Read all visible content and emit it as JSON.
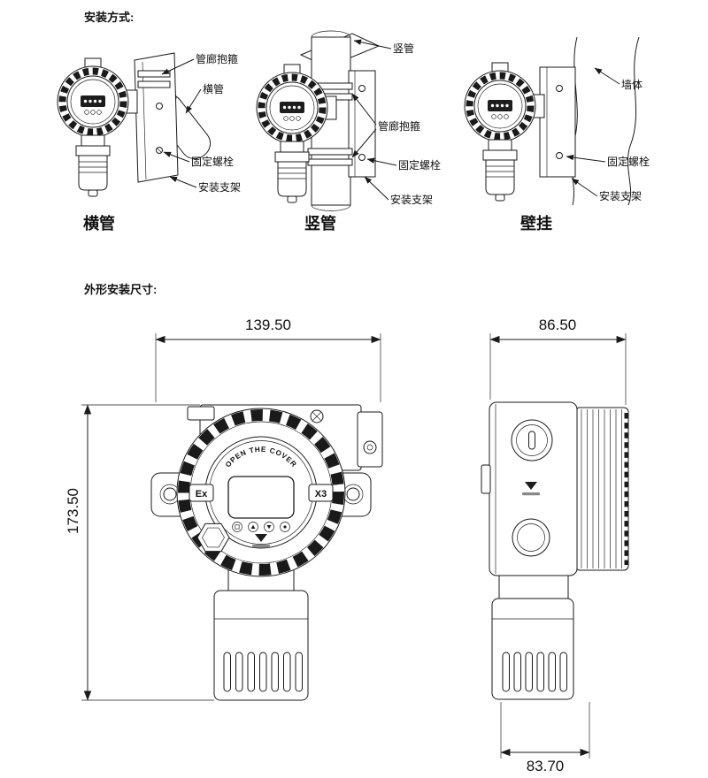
{
  "colors": {
    "background": "#ffffff",
    "line": "#1a1a1a"
  },
  "installation": {
    "title": "安装方式:",
    "methods": [
      {
        "caption": "横管",
        "labels": {
          "clamp": "管廊抱箍",
          "pipe": "横管",
          "bolt": "固定螺栓",
          "bracket": "安装支架"
        }
      },
      {
        "caption": "竖管",
        "labels": {
          "pipe": "竖管",
          "clamp": "管廊抱箍",
          "bolt": "固定螺栓",
          "bracket": "安装支架"
        }
      },
      {
        "caption": "壁挂",
        "labels": {
          "wall": "墙体",
          "bolt": "固定螺栓",
          "bracket": "安装支架"
        }
      }
    ]
  },
  "dimensions_section": {
    "title": "外形安装尺寸:",
    "front_view": {
      "width": "139.50",
      "height": "173.50"
    },
    "side_view": {
      "width": "86.50",
      "depth": "83.70"
    }
  },
  "device_markings": {
    "cover_text": "OPEN THE COVER",
    "ex": "Ex",
    "x3": "X3"
  }
}
